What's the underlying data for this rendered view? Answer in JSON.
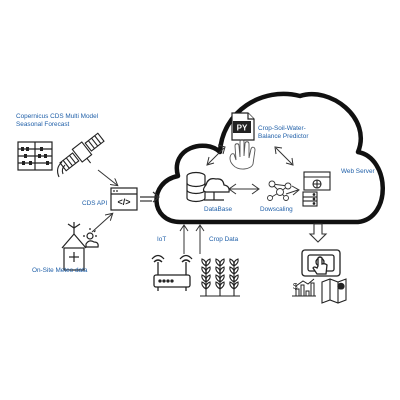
{
  "labels": {
    "copernicus_line1": "Copernicus CDS Multi Model",
    "copernicus_line2": "Seasonal Forecast",
    "cds_api": "CDS API",
    "on_site": "On-Site Meteo data",
    "iot": "IoT",
    "crop_data": "Crop Data",
    "predictor_line1": "Crop-Soil-Water-",
    "predictor_line2": "Balance Predictor",
    "database": "DataBase",
    "downscaling": "Dowscaling",
    "web_server": "Web Server",
    "py_badge": "PY",
    "api_badge": "</>",
    "dollar": "$"
  },
  "colors": {
    "label_blue": "#1f5fa8",
    "ink": "#1a1a1a",
    "background": "#ffffff"
  },
  "icons": [
    "abacus-icon",
    "satellite-icon",
    "api-window-icon",
    "weather-station-icon",
    "cloud-outline",
    "python-file-icon",
    "hand-icon",
    "database-icon",
    "downscaling-network-icon",
    "web-server-icon",
    "router-icon",
    "crops-icon",
    "touchscreen-icon",
    "finance-chart-icon",
    "map-icon"
  ]
}
